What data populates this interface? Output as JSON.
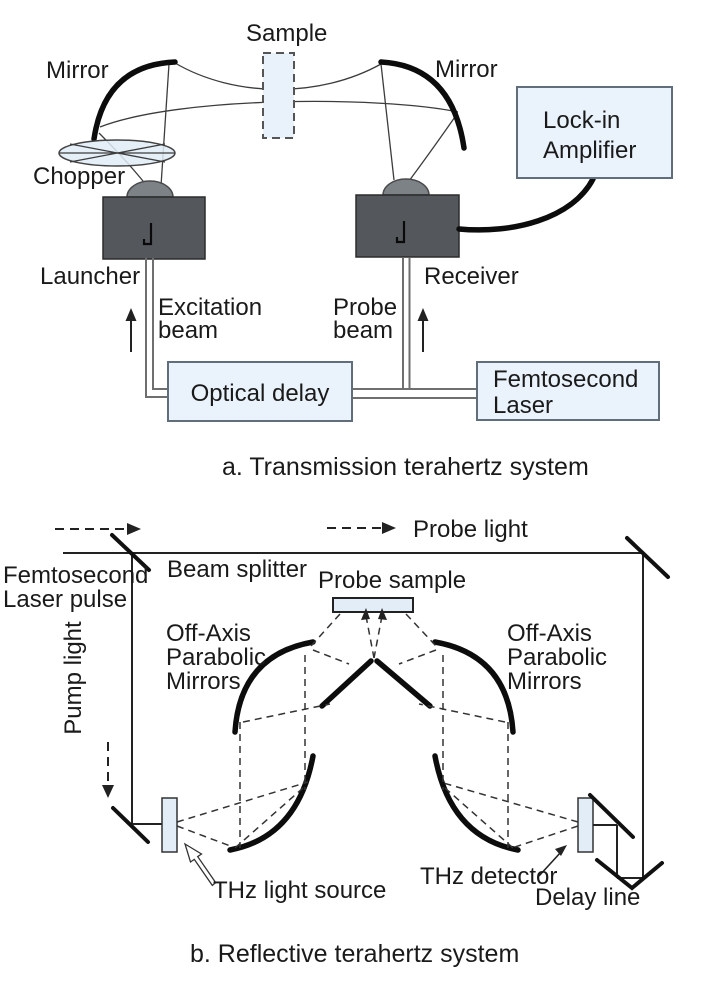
{
  "colors": {
    "panel_fill": "#eaf3fb",
    "panel_stroke": "#5f6e7a",
    "light_fill": "#e2edf8",
    "dark_box": "#54585c",
    "dark_box_stroke": "#2b2b2b",
    "dome_fill": "#7d8287",
    "text": "#1a1a1a"
  },
  "figure_a": {
    "caption": "a. Transmission terahertz system",
    "sample_label": "Sample",
    "mirror_left_label": "Mirror",
    "mirror_right_label": "Mirror",
    "chopper_label": "Chopper",
    "lockin_line1": "Lock-in",
    "lockin_line2": "Amplifier",
    "launcher_label": "Launcher",
    "receiver_label": "Receiver",
    "excitation_line1": "Excitation",
    "excitation_line2": "beam",
    "probe_line1": "Probe",
    "probe_line2": "beam",
    "optical_delay_label": "Optical delay",
    "laser_line1": "Femtosecond",
    "laser_line2": "Laser"
  },
  "figure_b": {
    "caption": "b. Reflective terahertz system",
    "probe_light_label": "Probe light",
    "beam_splitter_label": "Beam splitter",
    "laser_pulse_line1": "Femtosecond",
    "laser_pulse_line2": "Laser pulse",
    "pump_light_label": "Pump light",
    "probe_sample_label": "Probe sample",
    "offaxis_left_line1": "Off-Axis",
    "offaxis_left_line2": "Parabolic",
    "offaxis_left_line3": "Mirrors",
    "offaxis_right_line1": "Off-Axis",
    "offaxis_right_line2": "Parabolic",
    "offaxis_right_line3": "Mirrors",
    "thz_source_label": "THz light source",
    "thz_detector_label": "THz detector",
    "delay_line_label": "Delay line"
  }
}
